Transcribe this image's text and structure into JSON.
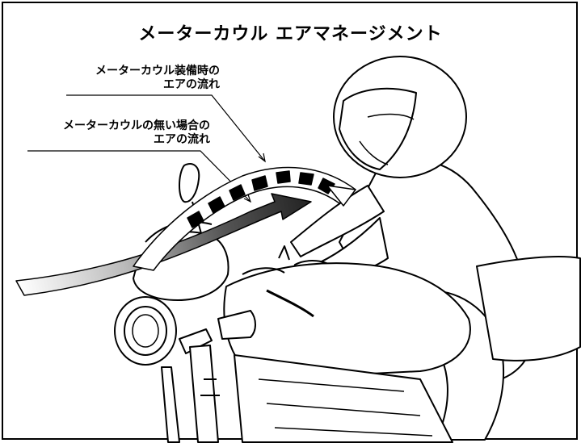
{
  "title": "メーターカウル エアマネージメント",
  "labels": {
    "with_cowl": {
      "line1": "メーターカウル装備時の",
      "line2": "エアの流れ"
    },
    "without_cowl": {
      "line1": "メーターカウルの無い場合の",
      "line2": "エアの流れ"
    }
  },
  "colors": {
    "ink": "#000000",
    "background": "#ffffff",
    "arrow_dark": "#444444",
    "arrow_light": "#d8d8d8"
  }
}
